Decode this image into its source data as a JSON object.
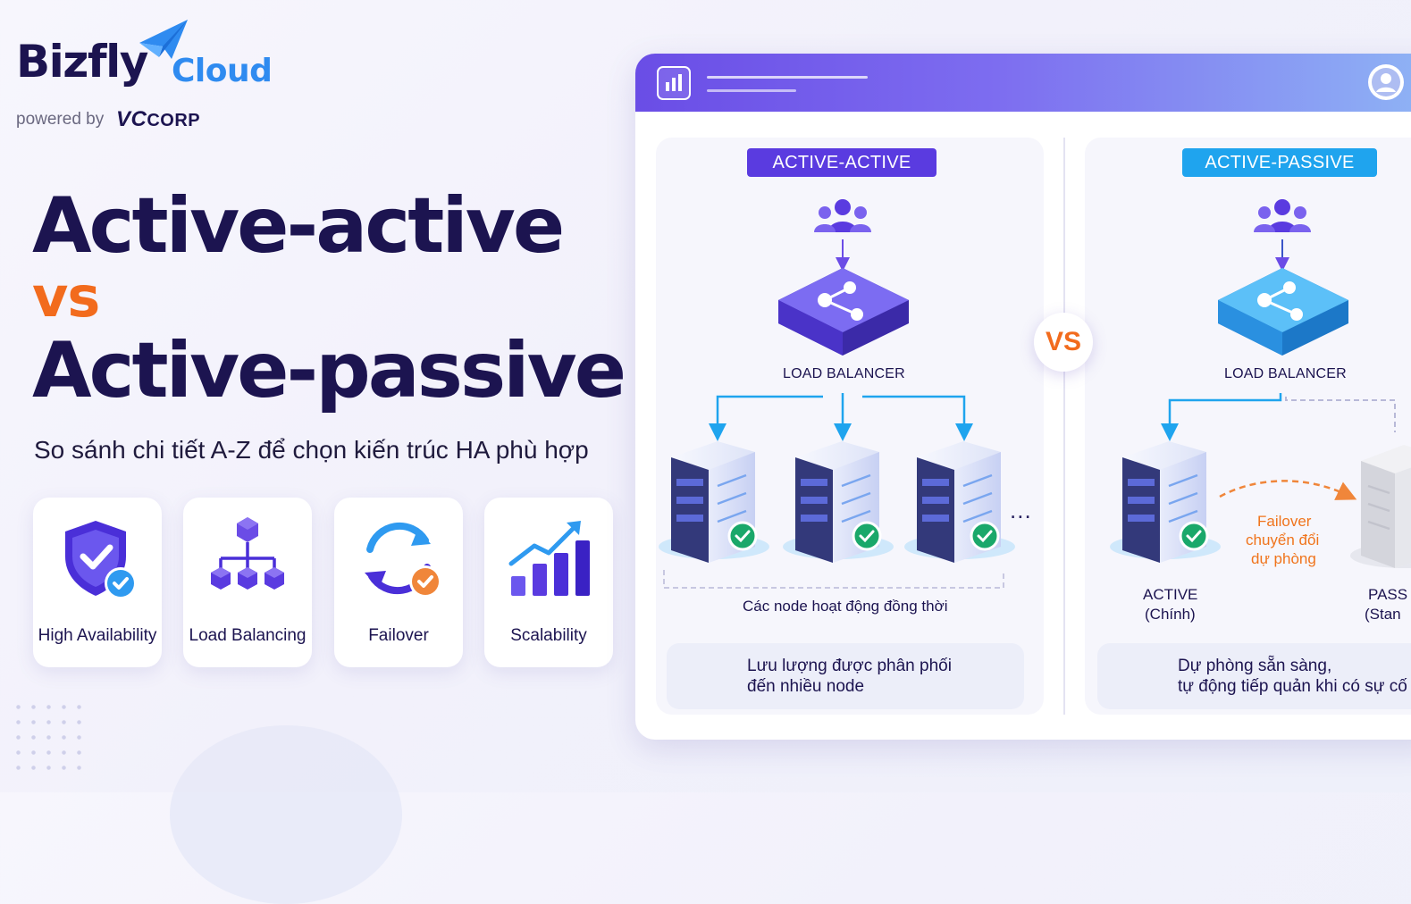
{
  "brand": {
    "name": "Bizfly",
    "product": "Cloud",
    "powered_by": "powered by",
    "partner": "CORP",
    "partner_prefix": "VC"
  },
  "headline": {
    "line1": "Active-active",
    "vs": "vs",
    "line2": "Active-passive",
    "subtitle": "So sánh chi tiết A-Z để chọn kiến trúc HA phù hợp"
  },
  "features": [
    {
      "label": "High Availability",
      "icon": "shield-check-icon"
    },
    {
      "label": "Load Balancing",
      "icon": "hierarchy-cubes-icon"
    },
    {
      "label": "Failover",
      "icon": "cycle-arrows-icon"
    },
    {
      "label": "Scalability",
      "icon": "growth-chart-icon"
    }
  ],
  "diagram": {
    "vs_badge": "VS",
    "active_active": {
      "title": "ACTIVE-ACTIVE",
      "load_balancer": "LOAD BALANCER",
      "more": "...",
      "caption": "Các node hoạt động đồng thời",
      "note_line1": "Lưu lượng được phân phối",
      "note_line2": "đến nhiều node"
    },
    "active_passive": {
      "title": "ACTIVE-PASSIVE",
      "load_balancer": "LOAD BALANCER",
      "active_label": "ACTIVE",
      "active_sub": "(Chính)",
      "passive_label": "PASS",
      "passive_sub": "(Stan",
      "failover_1": "Failover",
      "failover_2": "chuyển đổi",
      "failover_3": "dự phòng",
      "note_line1": "Dự phòng sẵn sàng,",
      "note_line2": "tự động tiếp quản khi có sự cố"
    }
  },
  "colors": {
    "navy": "#1c1450",
    "orange": "#f26b1d",
    "purple": "#5a3be0",
    "blue": "#1fa4ee",
    "green": "#1aa86a"
  }
}
